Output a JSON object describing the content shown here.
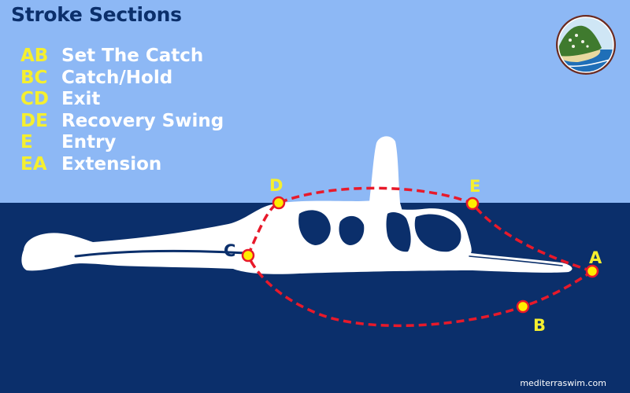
{
  "title": "Stroke Sections",
  "legend": [
    {
      "code": "AB",
      "description": "Set The Catch"
    },
    {
      "code": "BC",
      "description": "Catch/Hold"
    },
    {
      "code": "CD",
      "description": "Exit"
    },
    {
      "code": "DE",
      "description": "Recovery Swing"
    },
    {
      "code": "E",
      "description": "Entry"
    },
    {
      "code": "EA",
      "description": "Extension"
    }
  ],
  "points": {
    "A": "A",
    "B": "B",
    "C": "C",
    "D": "D",
    "E": "E"
  },
  "credit": "mediterraswim.com",
  "icons": {
    "logo": "island-coast-logo-icon"
  },
  "colors": {
    "sky": "#8db8f5",
    "water": "#0b2f6b",
    "title": "#0b2f6b",
    "legend_code": "#f5ef2f",
    "legend_text": "#ffffff",
    "path": "#e8192a",
    "point_fill": "#ffee00",
    "swimmer": "#ffffff"
  }
}
